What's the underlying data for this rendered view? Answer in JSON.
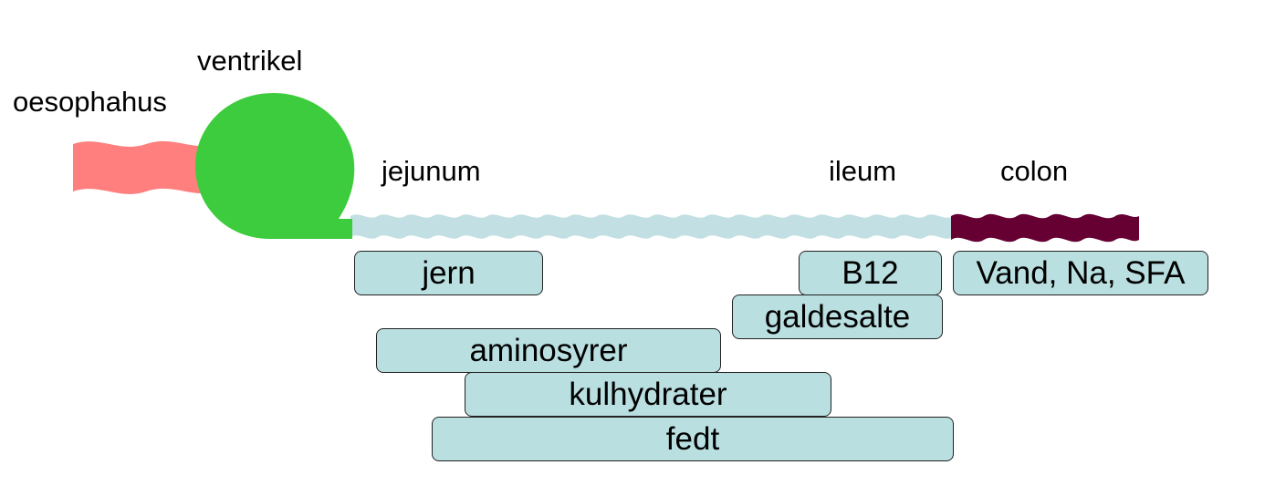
{
  "labels": {
    "oesophagus": "oesophahus",
    "ventricle": "ventrikel",
    "jejunum": "jejunum",
    "ileum": "ileum",
    "colon": "colon"
  },
  "boxes": {
    "jern": "jern",
    "b12": "B12",
    "vand": "Vand, Na, SFA",
    "galdesalte": "galdesalte",
    "aminosyrer": "aminosyrer",
    "kulhydrater": "kulhydrater",
    "fedt": "fedt"
  },
  "colors": {
    "oesophagus": "#ff7f7f",
    "ventricle": "#3dcc3d",
    "small_intestine": "#c2e0e3",
    "colon": "#660033",
    "box_fill": "#b9dfe1"
  }
}
